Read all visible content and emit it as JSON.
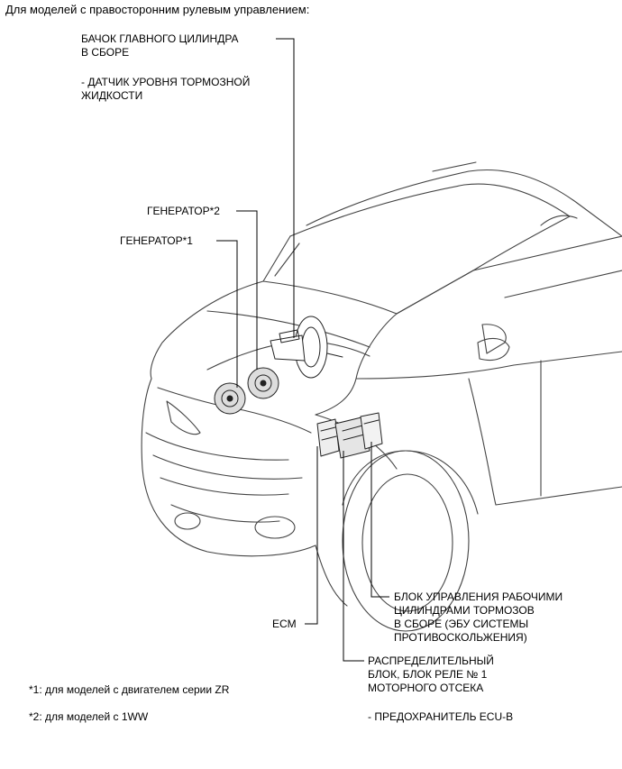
{
  "heading": "Для моделей с правосторонним рулевым управлением:",
  "labels": {
    "master_cylinder_line1": "БАЧОК ГЛАВНОГО ЦИЛИНДРА",
    "master_cylinder_line2": "В СБОРЕ",
    "brake_sensor_line1": "- ДАТЧИК УРОВНЯ ТОРМОЗНОЙ",
    "brake_sensor_line2": "ЖИДКОСТИ",
    "generator2": "ГЕНЕРАТОР*2",
    "generator1": "ГЕНЕРАТОР*1",
    "ecm": "ECM",
    "actuator_line1": "БЛОК УПРАВЛЕНИЯ РАБОЧИМИ",
    "actuator_line2": "ЦИЛИНДРАМИ ТОРМОЗОВ",
    "actuator_line3": "В СБОРЕ (ЭБУ СИСТЕМЫ",
    "actuator_line4": "ПРОТИВОСКОЛЬЖЕНИЯ)",
    "junction_line1": "РАСПРЕДЕЛИТЕЛЬНЫЙ",
    "junction_line2": "БЛОК, БЛОК РЕЛЕ № 1",
    "junction_line3": "МОТОРНОГО ОТСЕКА",
    "fuse": "- ПРЕДОХРАНИТЕЛЬ ECU-B"
  },
  "footnotes": {
    "note1": "*1: для моделей с двигателем серии ZR",
    "note2": "*2: для моделей с 1WW"
  }
}
